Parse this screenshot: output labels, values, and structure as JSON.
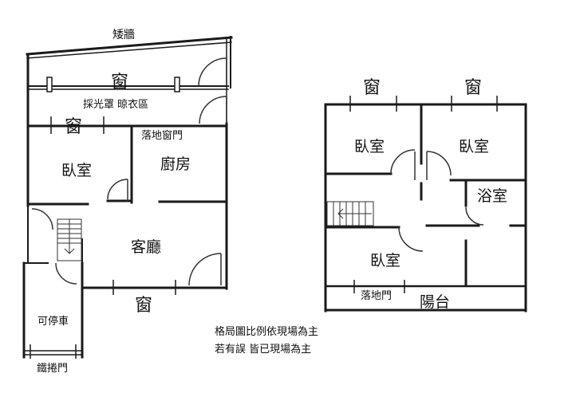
{
  "colors": {
    "wall": "#1a1a1a",
    "door": "#333333",
    "background": "#ffffff"
  },
  "left_plan": {
    "low_wall": "矮牆",
    "window_top": "窗",
    "skylight_laundry": "採光罩 晾衣區",
    "window_mid": "窗",
    "french_window_door": "落地窗門",
    "bedroom": "臥室",
    "kitchen": "廚房",
    "living_room": "客廳",
    "window_bottom": "窗",
    "parking": "可停車",
    "rolling_door": "鐵捲門"
  },
  "right_plan": {
    "window_left": "窗",
    "window_right": "窗",
    "bedroom_left": "臥室",
    "bedroom_right": "臥室",
    "bathroom": "浴室",
    "bedroom_bottom": "臥室",
    "french_door": "落地門",
    "balcony": "陽台"
  },
  "notes": {
    "line1": "格局圖比例依現場為主",
    "line2": "若有誤 皆已現場為主"
  }
}
